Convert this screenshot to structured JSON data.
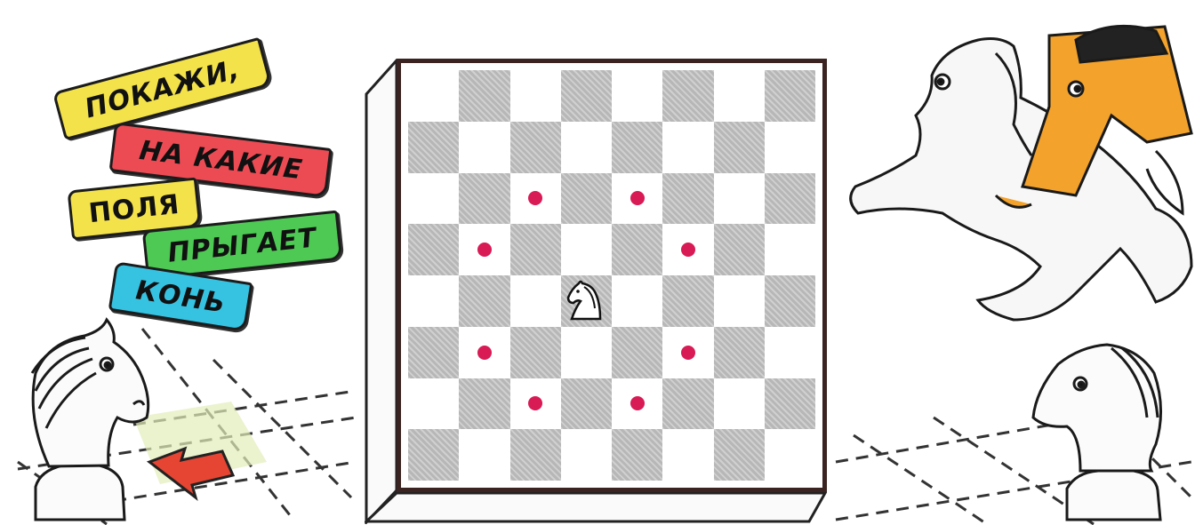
{
  "banners": [
    {
      "text": "ПОКАЖИ,",
      "color": "#f3e24a"
    },
    {
      "text": "НА КАКИЕ",
      "color": "#ec4b54"
    },
    {
      "text": "ПОЛЯ",
      "color": "#f3e24a"
    },
    {
      "text": "ПРЫГАЕТ",
      "color": "#4dc954"
    },
    {
      "text": "КОНЬ",
      "color": "#36c3e2"
    }
  ],
  "board": {
    "size": 8,
    "knight_square": "d4",
    "marked_squares": [
      "c6",
      "e6",
      "b5",
      "f5",
      "b3",
      "f3",
      "c2",
      "e2"
    ],
    "dark_color": "#b7b7b7",
    "dot_color": "#d81a55",
    "frame_color": "#3a2320"
  },
  "icons": {
    "board_knight": "knight-piece-icon",
    "left_knight": "cartoon-knight-icon",
    "right_knight": "cartoon-knight-icon",
    "rider": "horse-and-rider-icon",
    "arrow": "red-arrow-icon"
  }
}
